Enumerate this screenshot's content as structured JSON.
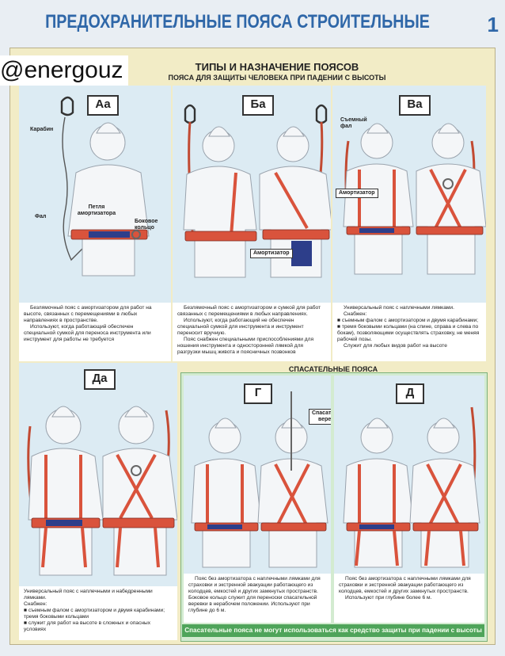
{
  "header": {
    "title": "ПРЕДОХРАНИТЕЛЬНЫЕ ПОЯСА СТРОИТЕЛЬНЫЕ",
    "page_number": "1"
  },
  "watermark": "@energouz",
  "section": {
    "title": "ТИПЫ И НАЗНАЧЕНИЕ ПОЯСОВ",
    "subtitle": "ПОЯСА ДЛЯ ЗАЩИТЫ ЧЕЛОВЕКА ПРИ ПАДЕНИИ С ВЫСОТЫ"
  },
  "panels": {
    "aa": {
      "label": "Аа",
      "callouts": {
        "carabiner": "Карабин",
        "lanyard": "Фал",
        "absorber_loop": "Петля амортизатора",
        "side_ring": "Боковое кольцо"
      },
      "text": [
        "Безлямочный пояс с амортизатором для работ на высоте, связанных с перемещениями в любых направлениях в пространстве.",
        "Используют, когда работающий обеспечен специальной сумкой для переноса инструмента или инструмент для работы не требуется"
      ]
    },
    "ba": {
      "label": "Ба",
      "callouts": {
        "absorber": "Амортизатор"
      },
      "text": [
        "Безлямочный пояс с амортизатором и сумкой для работ связанных с перемещениями в любых направлениях.",
        "Используют, когда работающий не обеспечен специальной сумкой для инструмента и инструмент переносит вручную.",
        "Пояс снабжен специальными приспособлениями для ношения инструмента и односторонней лямкой для разгрузки мышц живота и поясничных позвонков"
      ]
    },
    "va": {
      "label": "Ва",
      "callouts": {
        "removable_lanyard": "Съемный фал",
        "absorber": "Амортизатор"
      },
      "text": [
        "Универсальный пояс с наплечными лямками.",
        "Снабжен:",
        "■ съемным фалом с амортизатором и двумя карабинами;",
        "■ тремя боковыми кольцами (на спине, справа и слева по бокам), позволяющими осуществлять страховку, не меняя рабочей позы.",
        "Служит для любых видов работ на высоте"
      ]
    },
    "da": {
      "label": "Да",
      "text": [
        "Универсальный пояс с наплечными и набедренными лямками.",
        "Снабжен:",
        "■ съемным фалом с амортизатором и двумя карабинами;",
        "тремя боковыми кольцами",
        "■ служит для работ на высоте в сложных и опасных условиях"
      ]
    }
  },
  "rescue": {
    "title": "СПАСАТЕЛЬНЫЕ ПОЯСА",
    "g": {
      "label": "Г",
      "callouts": {
        "rescue_rope": "Спасательная веревка"
      },
      "text": [
        "Пояс без амортизатора с наплечными лямками для страховки и экстренной эвакуации работающего из колодцев, емкостей и других замкнутых пространств. Боковое кольцо служит для переноски спасательной веревки в нерабочем положении. Используют при глубине до 6 м."
      ]
    },
    "d": {
      "label": "Д",
      "text": [
        "Пояс без амортизатора с наплечными лямками для страховки и экстренной эвакуации работающего из колодцев, емкостей и других замкнутых пространств.",
        "Используют при глубине более 6 м."
      ]
    },
    "footer": "Спасательные пояса не могут использоваться как средство защиты при падении с высоты"
  },
  "colors": {
    "title_blue": "#2f67a8",
    "belt_red": "#d9533c",
    "pad_blue": "#2d3e8a",
    "panel_blue": "#dcebf3",
    "rescue_green": "#4fa45a"
  }
}
